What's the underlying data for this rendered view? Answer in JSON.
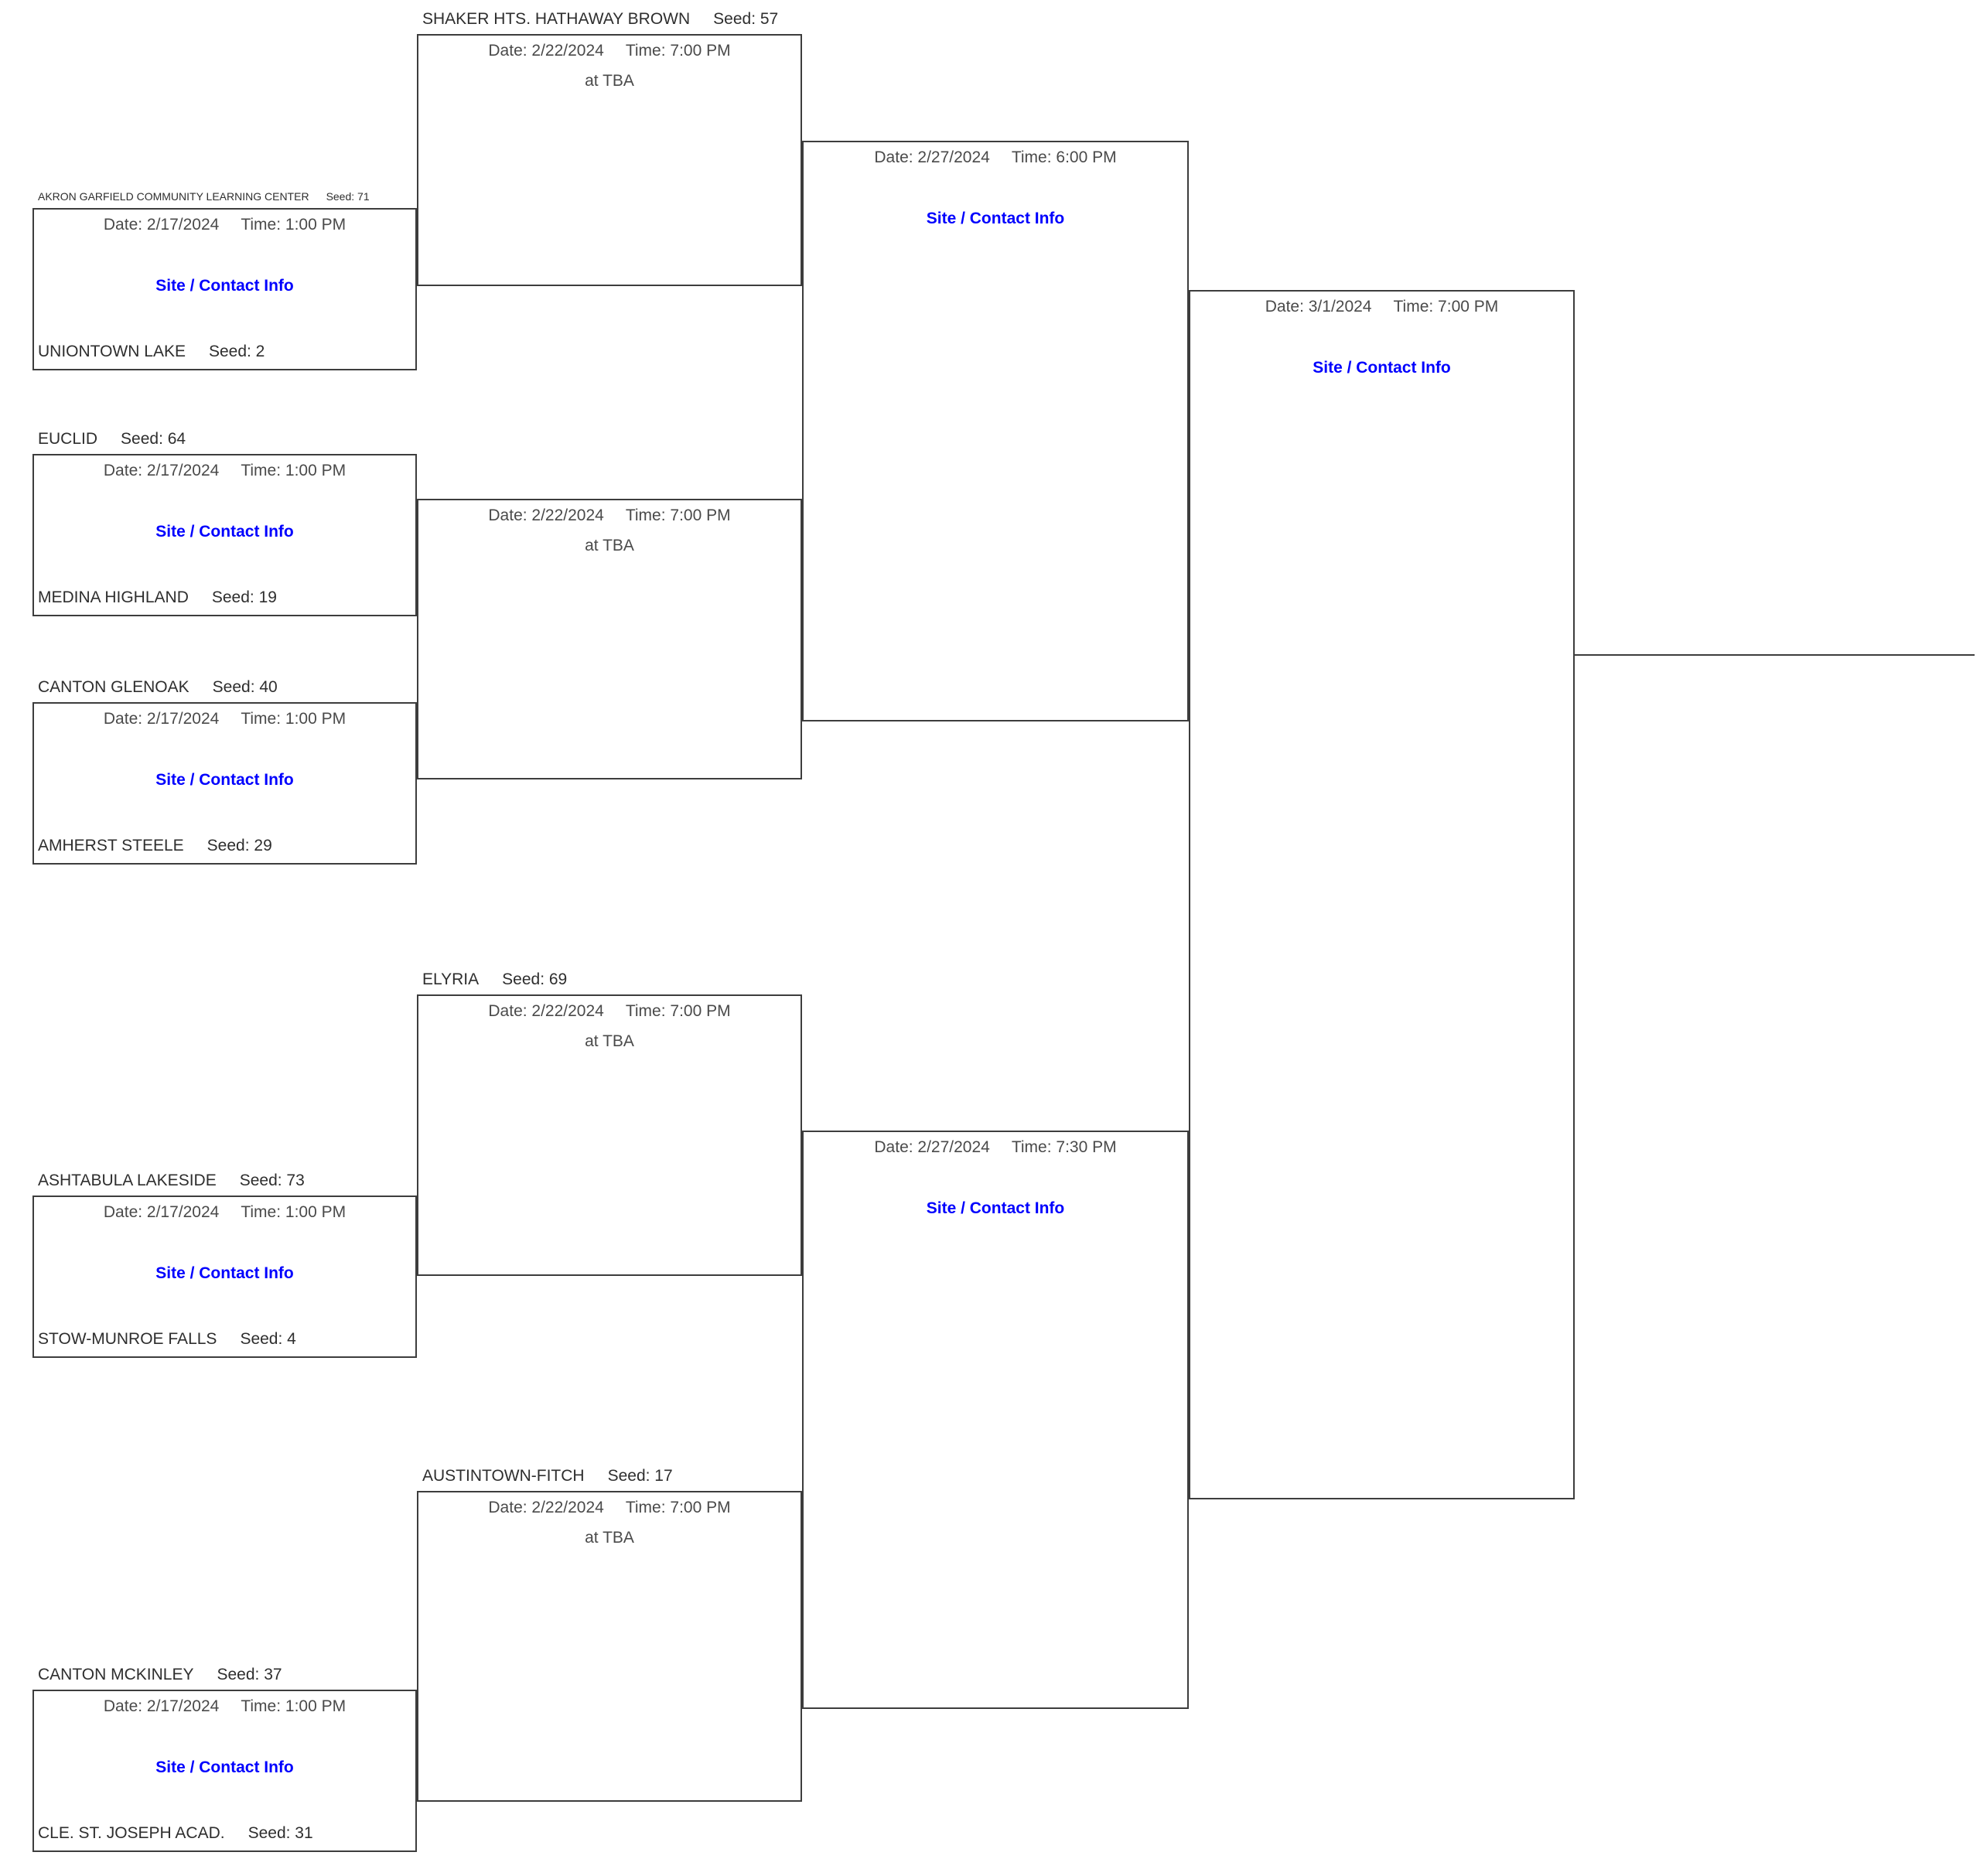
{
  "labels": {
    "site_link": "Site / Contact Info",
    "at_tba": "at TBA"
  },
  "colors": {
    "line": "#3d3d3d",
    "link_blue": "#0000fe",
    "text": "#2e2e2e"
  },
  "games": [
    {
      "round": 1,
      "top_name": "AKRON GARFIELD COMMUNITY LEARNING CENTER",
      "top_seed": "Seed: 71",
      "bottom_name": "UNIONTOWN LAKE",
      "bottom_seed": "Seed: 2",
      "date": "Date: 2/17/2024",
      "time": "Time: 1:00 PM",
      "site_link": "Site / Contact Info"
    },
    {
      "round": 1,
      "top_name": "EUCLID",
      "top_seed": "Seed: 64",
      "bottom_name": "MEDINA HIGHLAND",
      "bottom_seed": "Seed: 19",
      "date": "Date: 2/17/2024",
      "time": "Time: 1:00 PM",
      "site_link": "Site / Contact Info"
    },
    {
      "round": 1,
      "top_name": "CANTON GLENOAK",
      "top_seed": "Seed: 40",
      "bottom_name": "AMHERST STEELE",
      "bottom_seed": "Seed: 29",
      "date": "Date: 2/17/2024",
      "time": "Time: 1:00 PM",
      "site_link": "Site / Contact Info"
    },
    {
      "round": 1,
      "top_name": "ASHTABULA LAKESIDE",
      "top_seed": "Seed: 73",
      "bottom_name": "STOW-MUNROE FALLS",
      "bottom_seed": "Seed: 4",
      "date": "Date: 2/17/2024",
      "time": "Time: 1:00 PM",
      "site_link": "Site / Contact Info"
    },
    {
      "round": 1,
      "top_name": "CANTON MCKINLEY",
      "top_seed": "Seed: 37",
      "bottom_name": "CLE. ST. JOSEPH ACAD.",
      "bottom_seed": "Seed: 31",
      "date": "Date: 2/17/2024",
      "time": "Time: 1:00 PM",
      "site_link": "Site / Contact Info"
    },
    {
      "round": 2,
      "top_name": "SHAKER HTS. HATHAWAY BROWN",
      "top_seed": "Seed: 57",
      "date": "Date: 2/22/2024",
      "time": "Time: 7:00 PM",
      "location": "at TBA"
    },
    {
      "round": 2,
      "date": "Date: 2/22/2024",
      "time": "Time: 7:00 PM",
      "location": "at TBA"
    },
    {
      "round": 2,
      "top_name": "ELYRIA",
      "top_seed": "Seed: 69",
      "date": "Date: 2/22/2024",
      "time": "Time: 7:00 PM",
      "location": "at TBA"
    },
    {
      "round": 2,
      "top_name": "AUSTINTOWN-FITCH",
      "top_seed": "Seed: 17",
      "date": "Date: 2/22/2024",
      "time": "Time: 7:00 PM",
      "location": "at TBA"
    },
    {
      "round": 3,
      "date": "Date: 2/27/2024",
      "time": "Time: 6:00 PM",
      "site_link": "Site / Contact Info"
    },
    {
      "round": 3,
      "date": "Date: 2/27/2024",
      "time": "Time: 7:30 PM",
      "site_link": "Site / Contact Info"
    },
    {
      "round": 4,
      "date": "Date: 3/1/2024",
      "time": "Time: 7:00 PM",
      "site_link": "Site / Contact Info"
    }
  ]
}
